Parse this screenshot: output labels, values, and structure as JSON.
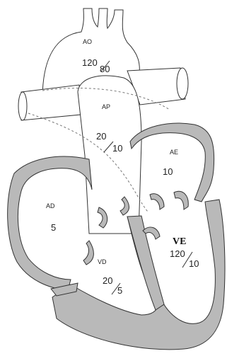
{
  "labels": {
    "ao": "AO",
    "ap": "AP",
    "ae": "AE",
    "ad": "AD",
    "vd": "VD",
    "ve": "VE"
  },
  "pressures": {
    "ao": {
      "top": "120",
      "bottom": "80"
    },
    "ap": {
      "top": "20",
      "bottom": "10"
    },
    "ae": "10",
    "ad": "5",
    "vd": {
      "top": "20",
      "bottom": "5"
    },
    "ve": {
      "top": "120",
      "bottom": "10"
    }
  },
  "colors": {
    "wall_fill": "#b9b9b9",
    "outline": "#333333",
    "background": "#ffffff"
  }
}
